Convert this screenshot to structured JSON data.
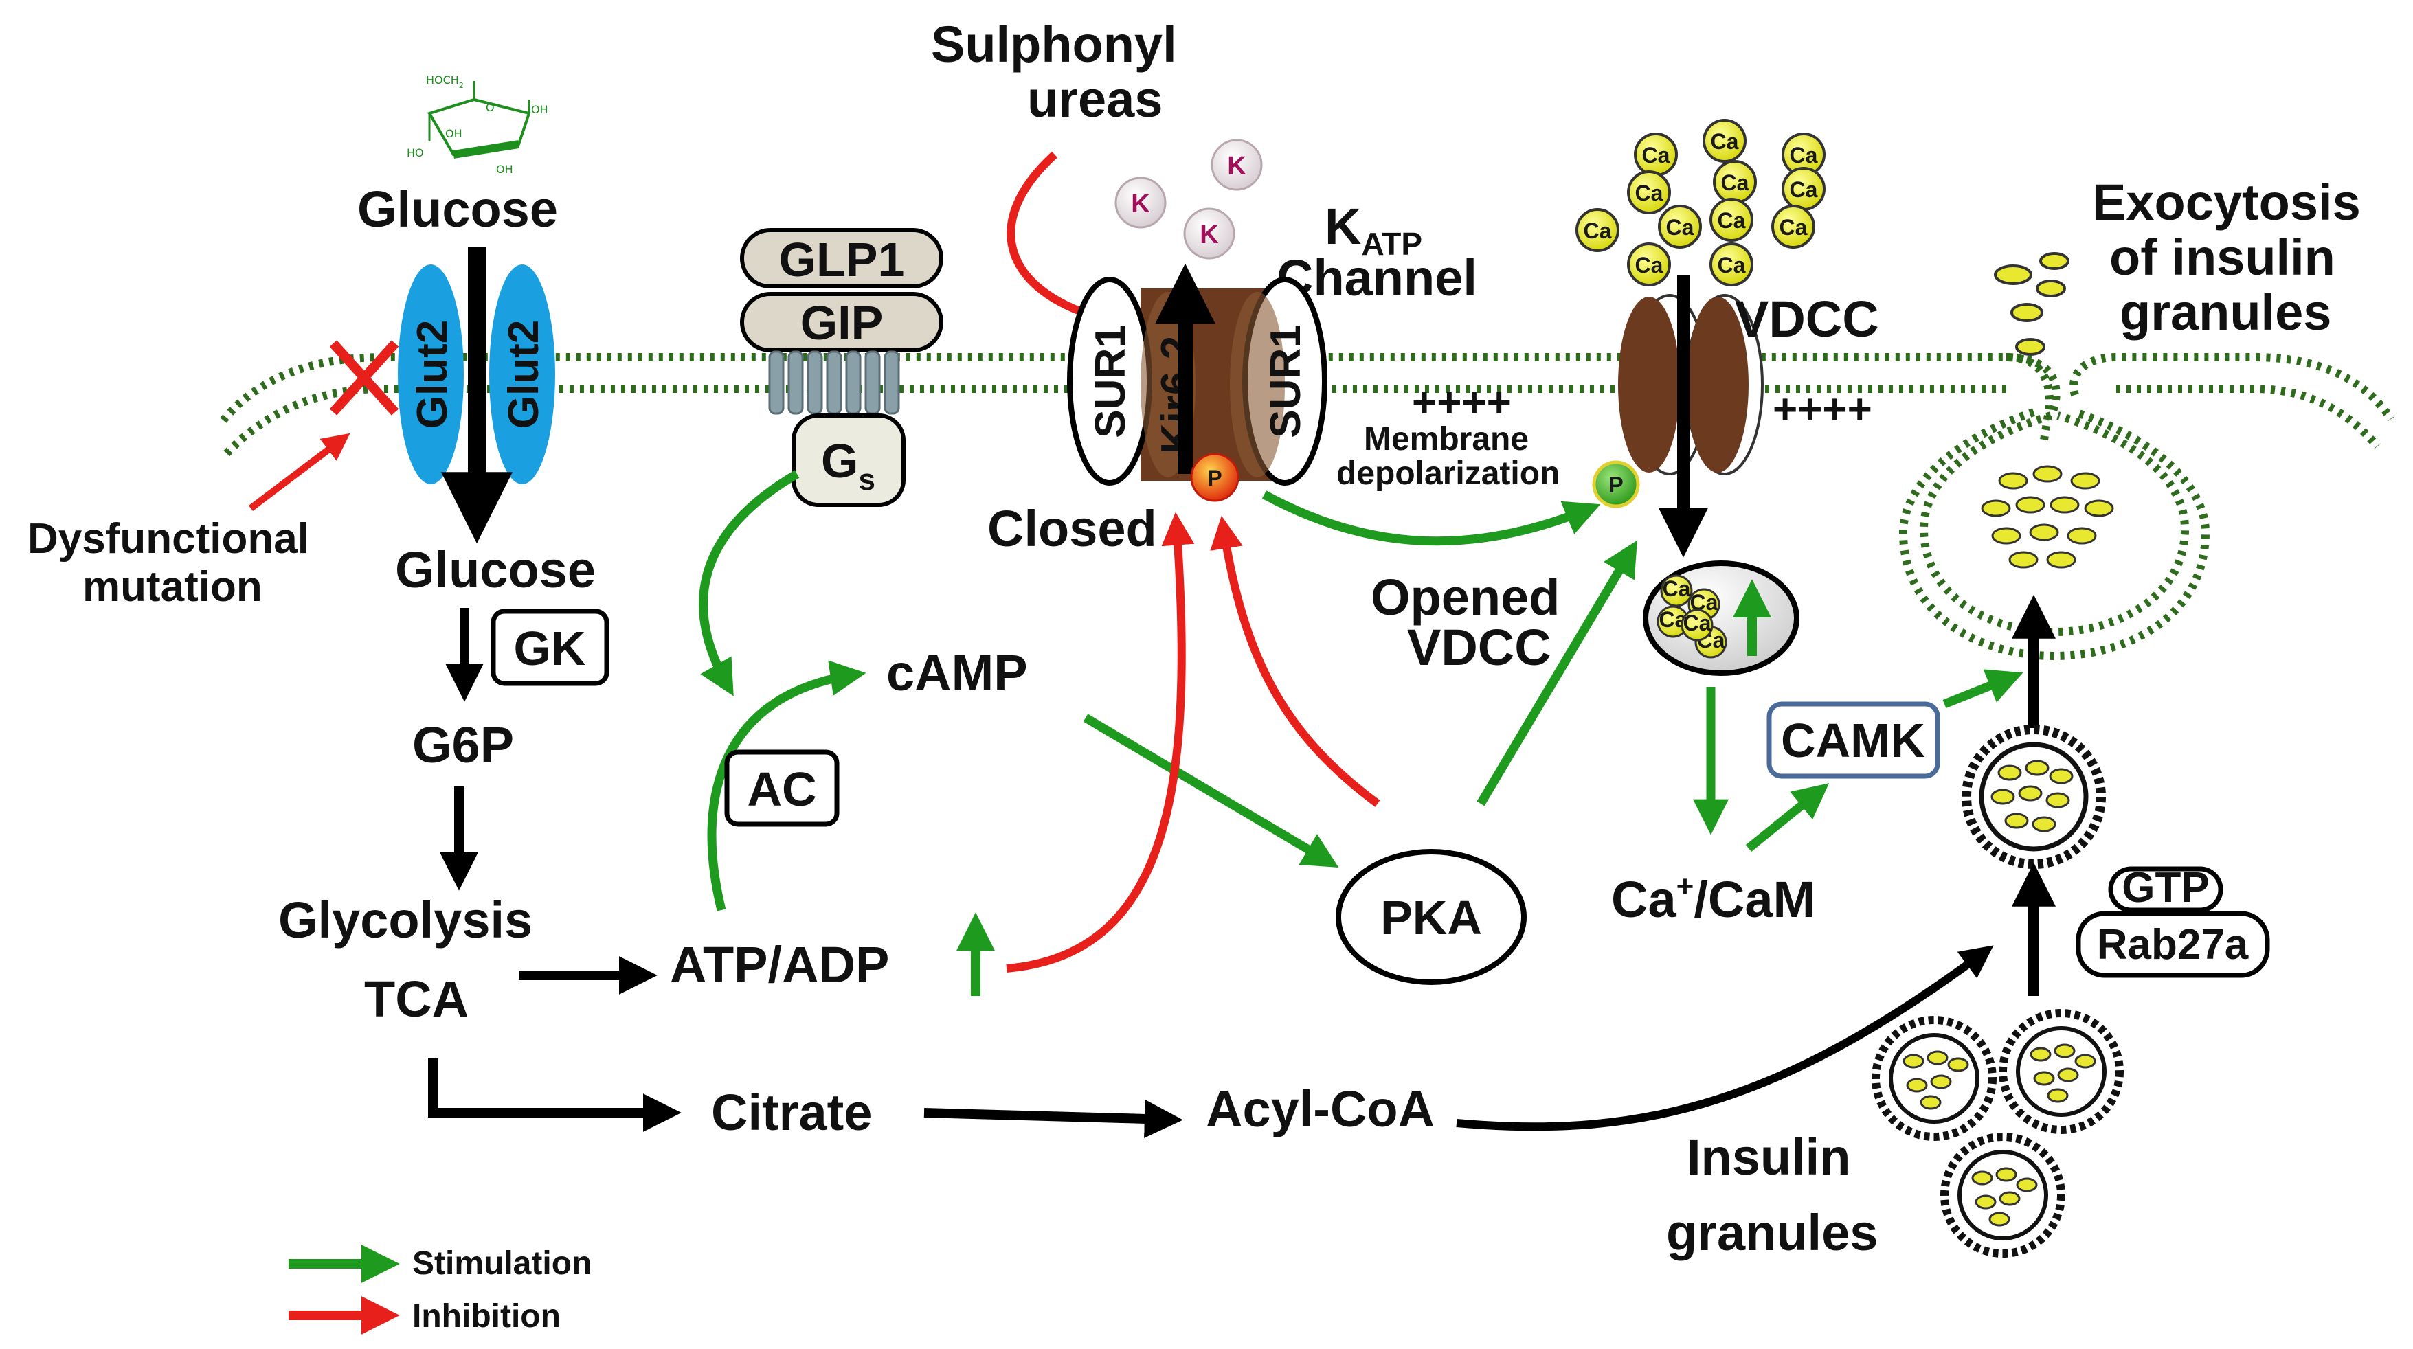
{
  "labels": {
    "glucose_outside": "Glucose",
    "glut2": "Glut2",
    "dysfunctional_mutation_line1": "Dysfunctional",
    "dysfunctional_mutation_line2": "mutation",
    "glucose_inside": "Glucose",
    "gk": "GK",
    "g6p": "G6P",
    "glycolysis": "Glycolysis",
    "tca": "TCA",
    "atp_adp": "ATP/ADP",
    "citrate": "Citrate",
    "acyl_coa": "Acyl-CoA",
    "glp1": "GLP1",
    "gip": "GIP",
    "gs_main": "G",
    "gs_sub": "s",
    "ac": "AC",
    "camp": "cAMP",
    "pka": "PKA",
    "sulphonyl_line1": "Sulphonyl",
    "sulphonyl_line2": "ureas",
    "k_ion": "K",
    "katp_main": "K",
    "katp_sub": "ATP",
    "katp_channel": "Channel",
    "sur1": "SUR1",
    "kir62": "Kir6.2",
    "phospho": "P",
    "closed": "Closed",
    "membrane_line1": "Membrane",
    "membrane_line2": "depolarization",
    "plus_signs": "++++",
    "vdcc": "VDCC",
    "opened_line1": "Opened",
    "opened_line2": "VDCC",
    "ca_ion": "Ca",
    "camk": "CAMK",
    "ca_cam_main": "Ca",
    "ca_cam_sup": "+",
    "ca_cam_rest": "/CaM",
    "gtp": "GTP",
    "rab27a": "Rab27a",
    "insulin_line1": "Insulin",
    "insulin_line2": "granules",
    "exocytosis_line1": "Exocytosis",
    "exocytosis_line2": "of insulin",
    "exocytosis_line3": "granules",
    "chem_hoch2": "HOCH",
    "chem_hoch2_sub": "2",
    "chem_oh": "OH",
    "chem_ho": "HO",
    "chem_o": "O"
  },
  "legend": {
    "stimulation": "Stimulation",
    "inhibition": "Inhibition"
  },
  "colors": {
    "stimulation": "#1e9b1e",
    "inhibition": "#e8201c",
    "flow": "#000000",
    "membrane": "#2f6b1d",
    "glut2": "#1aa0e0",
    "channel_brown": "#6b3a1f",
    "ca_ion": "#e8e830"
  }
}
